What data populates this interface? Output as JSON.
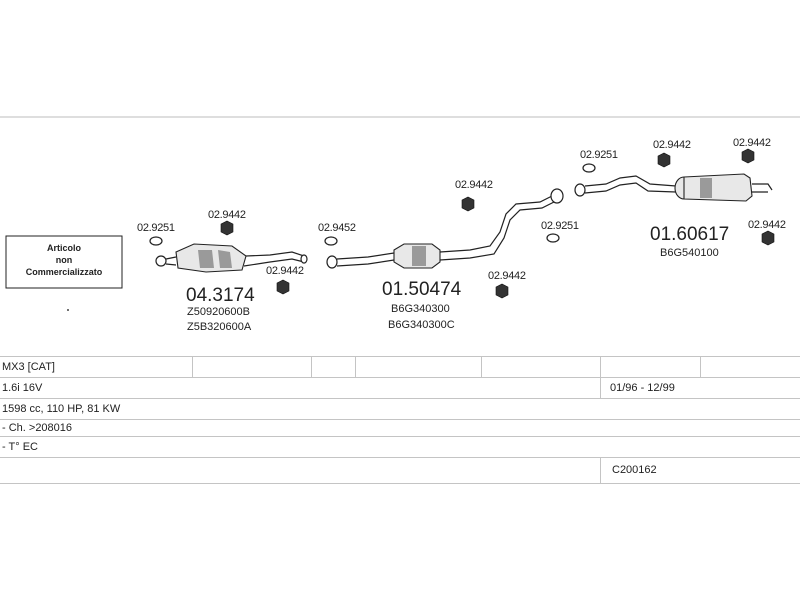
{
  "note": {
    "line1": "Articolo",
    "line2": "non",
    "line3": "Commercializzato"
  },
  "groups": [
    {
      "main_part": "04.3174",
      "oem_codes": [
        "Z50920600B",
        "Z5B320600A"
      ],
      "gasket_left": "02.9251",
      "hanger_top": "02.9442",
      "hanger_right": "02.9442"
    },
    {
      "main_part": "01.50474",
      "oem_codes": [
        "B6G340300",
        "B6G340300C"
      ],
      "gasket_left": "02.9452",
      "hanger_top": "02.9442",
      "gasket_right": "02.9251",
      "hanger_bottom": "02.9442"
    },
    {
      "main_part": "01.60617",
      "oem_codes": [
        "B6G540100"
      ],
      "gasket_left": "02.9251",
      "hanger_top_left": "02.9442",
      "hanger_top_right": "02.9442",
      "hanger_right": "02.9442"
    }
  ],
  "info": {
    "model": "MX3  [CAT]",
    "engine": "1.6i 16V",
    "dates": "01/96 - 12/99",
    "specs": "1598 cc, 110 HP, 81 KW",
    "chassis": "- Ch. >208016",
    "emission": "- T° EC",
    "code": "C200162"
  }
}
